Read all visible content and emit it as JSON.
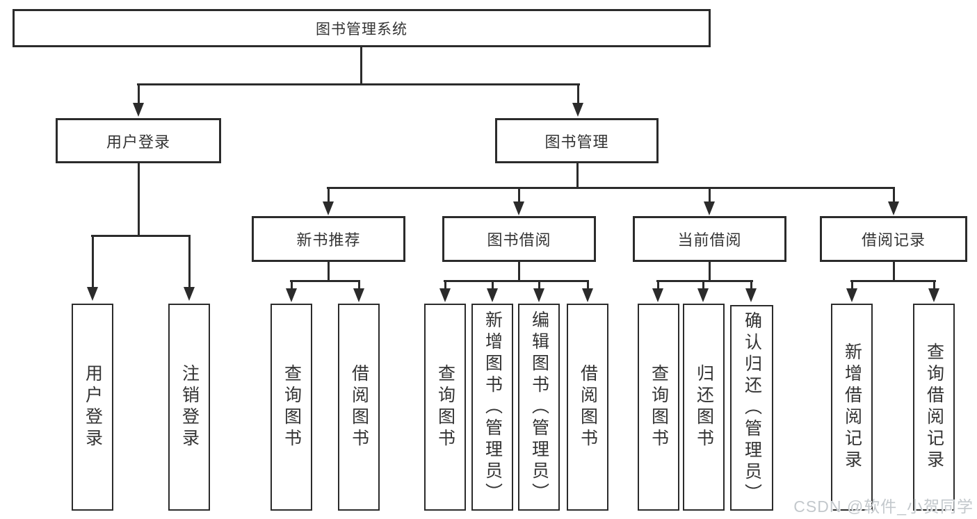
{
  "diagram": {
    "root": {
      "label": "图书管理系统"
    },
    "level2": [
      {
        "label": "用户登录"
      },
      {
        "label": "图书管理"
      }
    ],
    "level3": [
      {
        "label": "新书推荐"
      },
      {
        "label": "图书借阅"
      },
      {
        "label": "当前借阅"
      },
      {
        "label": "借阅记录"
      }
    ],
    "leaves": {
      "user_login": [
        "用户登录",
        "注销登录"
      ],
      "new_book": [
        "查询图书",
        "借阅图书"
      ],
      "book_borrow": [
        "查询图书",
        "新增图书（管理员）",
        "编辑图书（管理员）",
        "借阅图书"
      ],
      "current_borrow": [
        "查询图书",
        "归还图书",
        "确认归还（管理员）"
      ],
      "borrow_record": [
        "新增借阅记录",
        "查询借阅记录"
      ]
    }
  },
  "watermark": {
    "text": "CSDN @软件_小贺同学"
  },
  "colors": {
    "line": "#2b2b2b",
    "text": "#333333",
    "watermark": "#c3c8cc"
  }
}
